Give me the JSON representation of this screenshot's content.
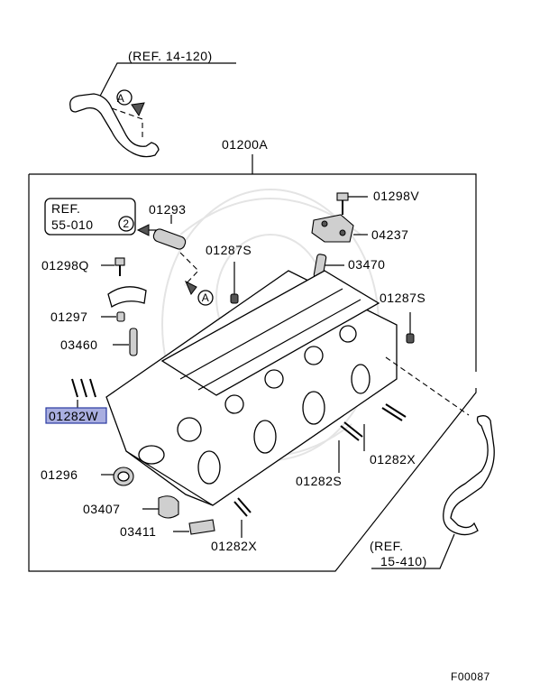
{
  "diagram": {
    "parts": {
      "assembly": "01200A",
      "bolt_top": "01298V",
      "bracket": "04237",
      "dowel_pin": "01293",
      "stud_small_a": "01287S",
      "plug_pipe": "03470",
      "stud_small_b": "01287S",
      "bolt_left": "01298Q",
      "plug": "01297",
      "pipe": "03460",
      "stud_w": "01282W",
      "stud_x_right": "01282X",
      "stud_s": "01282S",
      "seal": "01296",
      "cap": "03407",
      "gasket": "03411",
      "stud_x_bottom": "01282X"
    },
    "refs": {
      "hose_ref": "(REF. 14-120)",
      "box_ref_line1": "REF.",
      "box_ref_line2": "55-010",
      "box_ref_circle": "2",
      "tube_ref_line1": "(REF.",
      "tube_ref_line2": "15-410)"
    },
    "markers": {
      "callout_a_top": "A",
      "callout_a_mid": "A"
    },
    "figure_code": "F00087",
    "highlighted_part": "01282W",
    "highlight_color": "#a9aee0"
  }
}
